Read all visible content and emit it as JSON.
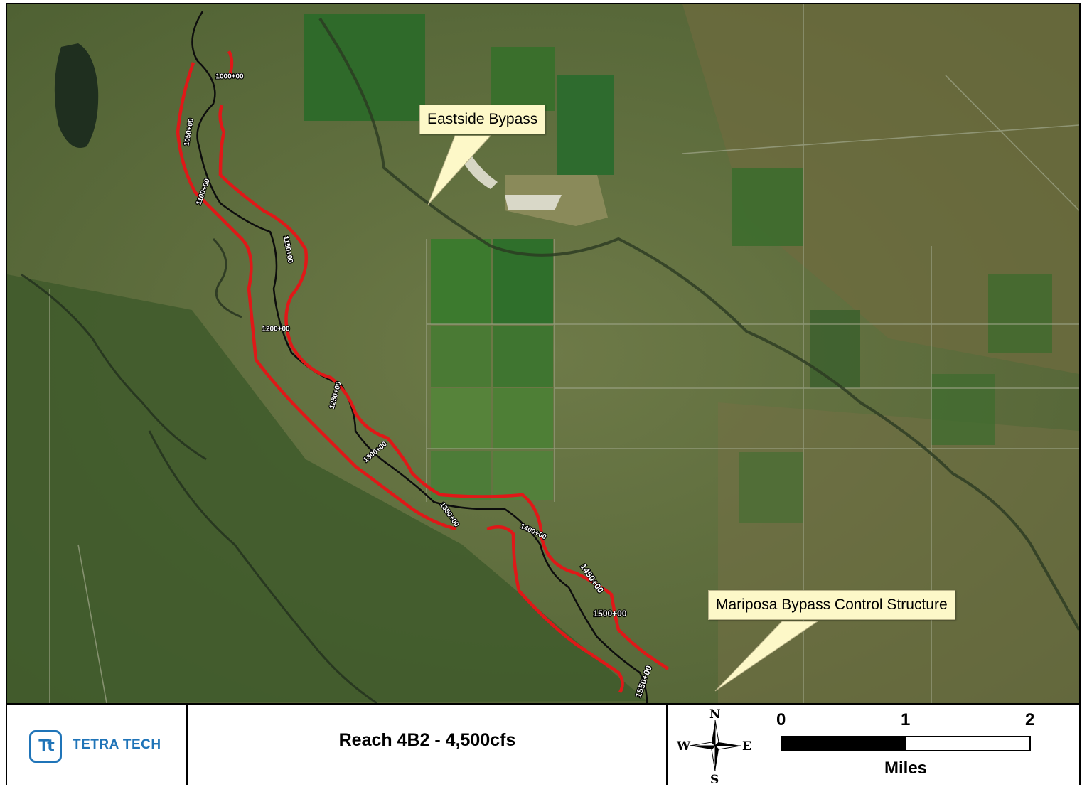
{
  "map": {
    "callouts": {
      "eastside": "Eastside Bypass",
      "mariposa": "Mariposa Bypass Control Structure"
    },
    "stations": [
      {
        "label": "1000+00"
      },
      {
        "label": "1050+00"
      },
      {
        "label": "1100+00"
      },
      {
        "label": "1150+00"
      },
      {
        "label": "1200+00"
      },
      {
        "label": "1250+00"
      },
      {
        "label": "1300+00"
      },
      {
        "label": "1350+00"
      },
      {
        "label": "1400+00"
      },
      {
        "label": "1450+00"
      },
      {
        "label": "1500+00"
      },
      {
        "label": "1550+00"
      }
    ],
    "colors": {
      "levee": "#e01818",
      "river": "#0d0d0d",
      "terrain": "#5c6b3a",
      "callout": "#fdf8c8"
    }
  },
  "footer": {
    "logo_mark": "Tt",
    "logo_text": "TETRA TECH",
    "title": "Reach 4B2 - 4,500cfs",
    "compass": {
      "n": "N",
      "s": "S",
      "e": "E",
      "w": "W"
    },
    "scale": {
      "ticks": [
        "0",
        "1",
        "2"
      ],
      "units": "Miles"
    }
  }
}
